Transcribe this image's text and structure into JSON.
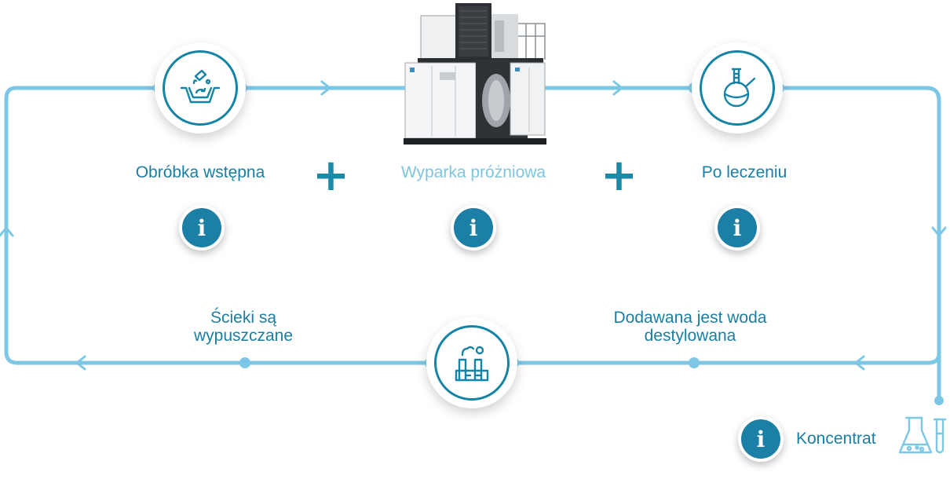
{
  "steps": {
    "pretreatment": {
      "label": "Obróbka wstępna",
      "icon": "pretreatment-basin-icon"
    },
    "evaporator": {
      "label": "Wyparka próżniowa",
      "icon": "vacuum-evaporator-machine"
    },
    "posttreatment": {
      "label": "Po leczeniu",
      "icon": "round-flask-icon"
    }
  },
  "bottom": {
    "discharge_label": "Ścieki są\nwypuszczane",
    "distilled_label": "Dodawana jest woda\ndestylowana",
    "factory_icon": "factory-icon"
  },
  "concentrate": {
    "label": "Koncentrat",
    "icon": "lab-glassware-icon"
  },
  "info_glyph": "i",
  "plus_glyph": "+",
  "colors": {
    "flow_line": "#7cc7e6",
    "primary": "#1583a6",
    "light_label": "#7ec5df"
  }
}
